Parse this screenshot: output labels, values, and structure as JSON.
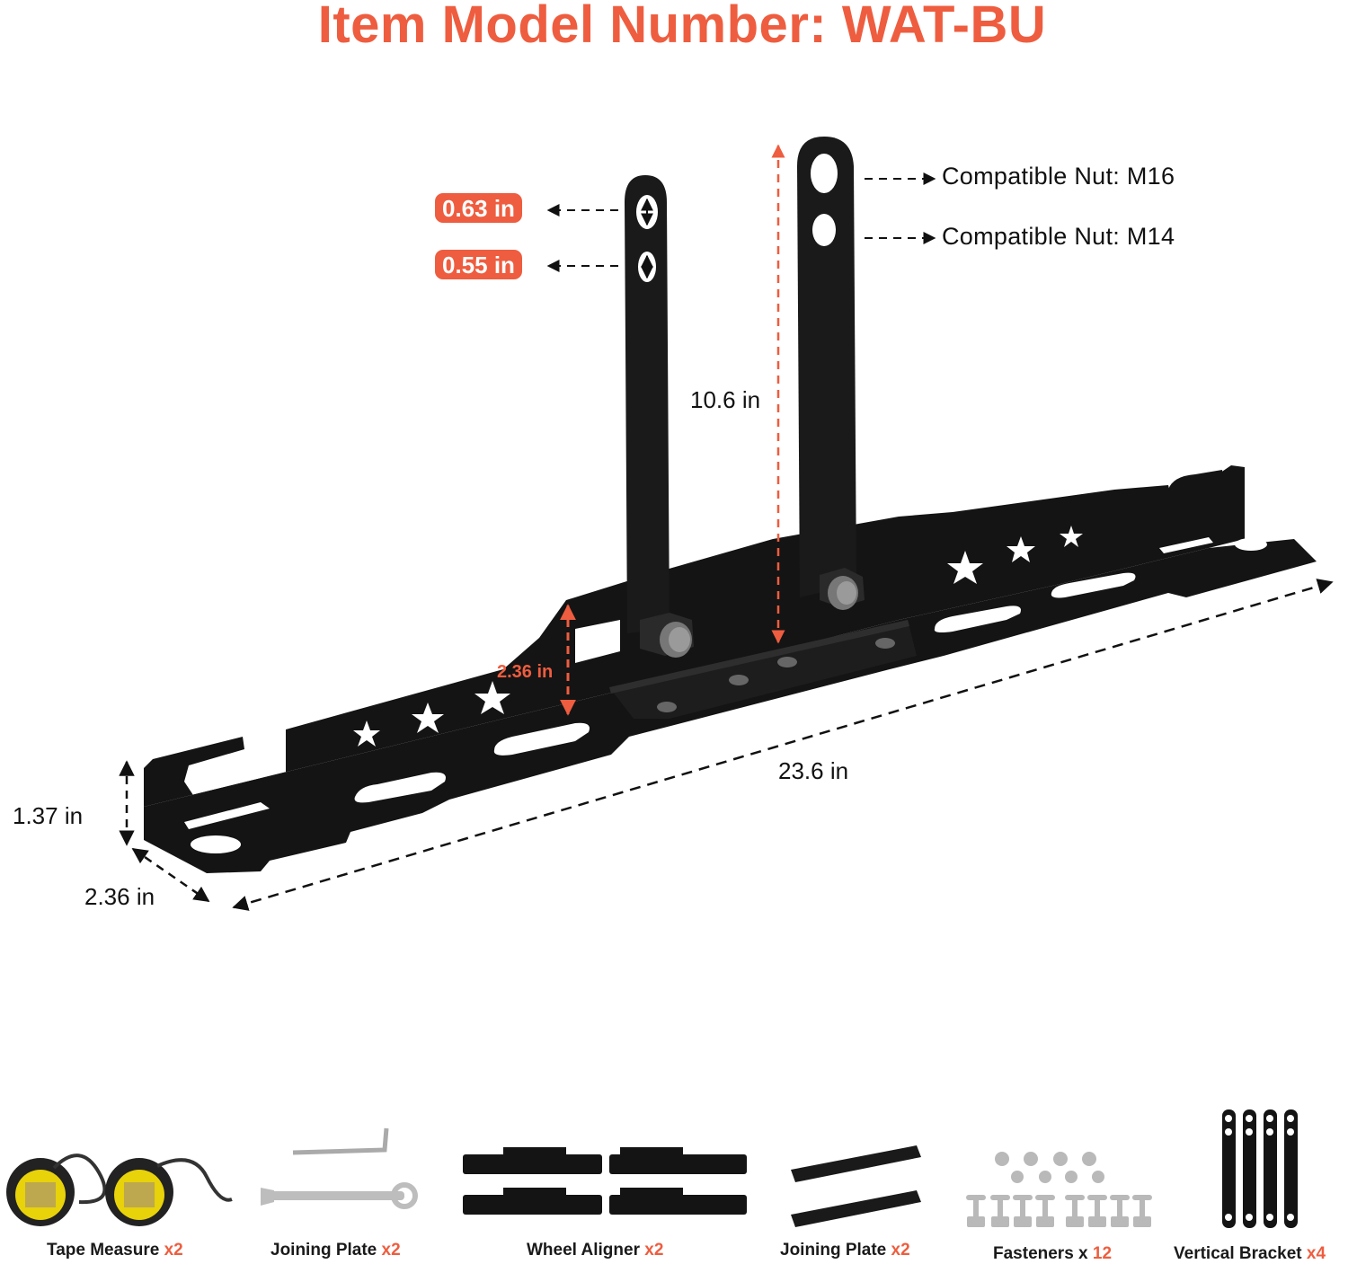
{
  "title": "Item Model Number: WAT-BU",
  "colors": {
    "accent": "#EE5D3F",
    "metal": "#141414",
    "text": "#111111",
    "background": "#FFFFFF"
  },
  "hole_labels": [
    {
      "value": "0.63 in"
    },
    {
      "value": "0.55 in"
    }
  ],
  "nut_labels": [
    {
      "text": "Compatible Nut: M16"
    },
    {
      "text": "Compatible Nut: M14"
    }
  ],
  "dimensions": {
    "bracket_height": "10.6 in",
    "plate_height": "2.36 in",
    "total_length": "23.6 in",
    "flange_height": "1.37 in",
    "width": "2.36 in"
  },
  "parts": [
    {
      "name": "Tape Measure",
      "qty": "x2",
      "icon": "tape-measure-icon"
    },
    {
      "name": "Joining Plate",
      "qty": "x2",
      "icon": "wrench-and-hex-key-icon"
    },
    {
      "name": "Wheel Aligner",
      "qty": "x2",
      "icon": "wheel-aligner-plates-icon"
    },
    {
      "name": "Joining Plate",
      "qty": "x2",
      "icon": "joining-plates-icon"
    },
    {
      "name": "Fasteners x ",
      "qty": "12",
      "icon": "fasteners-icon"
    },
    {
      "name": "Vertical Bracket",
      "qty": "x4",
      "icon": "vertical-brackets-icon"
    }
  ]
}
